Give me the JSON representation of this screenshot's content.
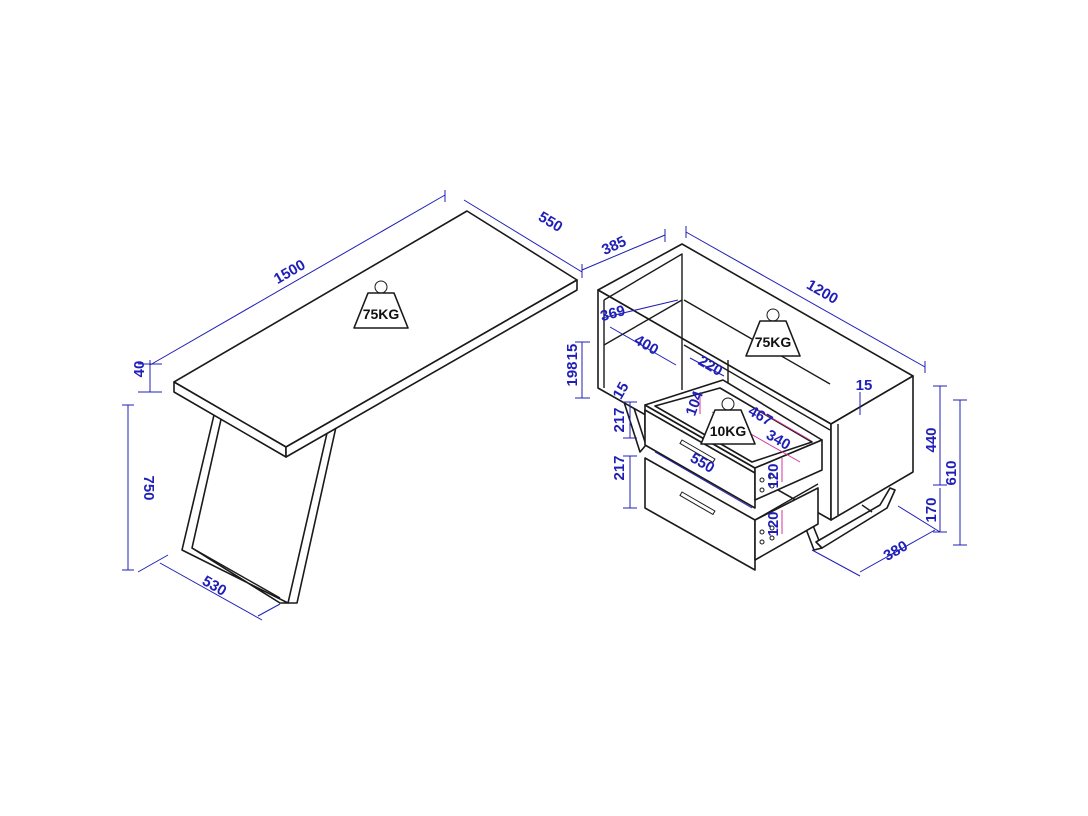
{
  "desk": {
    "length": "1500",
    "width": "550",
    "thickness": "40",
    "height": "750",
    "leg_depth": "530",
    "load": "75KG"
  },
  "cabinet": {
    "length": "1200",
    "depth": "385",
    "shelf_height": "369",
    "top_thickness": "15",
    "shelf_width": "400",
    "opening_height": "198",
    "divider_width": "220",
    "side_thickness": "15",
    "panel_thickness": "15",
    "body_height": "440",
    "total_height": "610",
    "leg_height": "170",
    "leg_depth": "380",
    "load": "75KG"
  },
  "drawer": {
    "front_thickness": "15",
    "front_height_upper": "217",
    "front_height_lower": "217",
    "inner_height": "104",
    "inner_length": "467",
    "inner_width": "340",
    "runner_length": "550",
    "runner_height_upper": "120",
    "runner_height_lower": "120",
    "load": "10KG"
  },
  "colors": {
    "line": "#1a1a1a",
    "dimension": "#1f1fb8",
    "drawer_dimension": "#d0379a"
  }
}
